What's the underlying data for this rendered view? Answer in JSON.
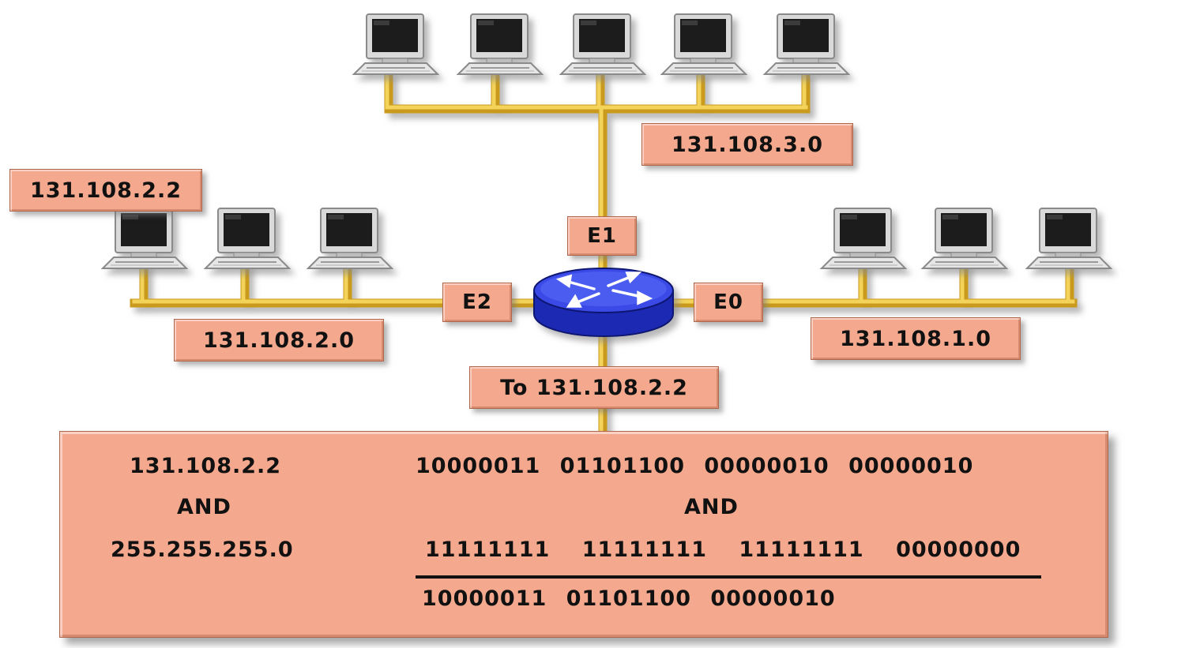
{
  "networks": {
    "top": "131.108.3.0",
    "left": "131.108.2.0",
    "right": "131.108.1.0"
  },
  "host_label": "131.108.2.2",
  "ports": {
    "e1": "E1",
    "e2": "E2",
    "e0": "E0"
  },
  "destination": "To 131.108.2.2",
  "calculation": {
    "ip": "131.108.2.2",
    "and_left": "AND",
    "mask": "255.255.255.0",
    "ip_binary": "10000011 01101100 00000010 00000010",
    "and_right": "AND",
    "mask_binary": "11111111 11111111 11111111 00000000",
    "result_binary": "10000011 01101100 00000010"
  },
  "colors": {
    "cable": "#e8c53a",
    "label_fill": "#f4a98e",
    "router": "#2f3fd6"
  }
}
